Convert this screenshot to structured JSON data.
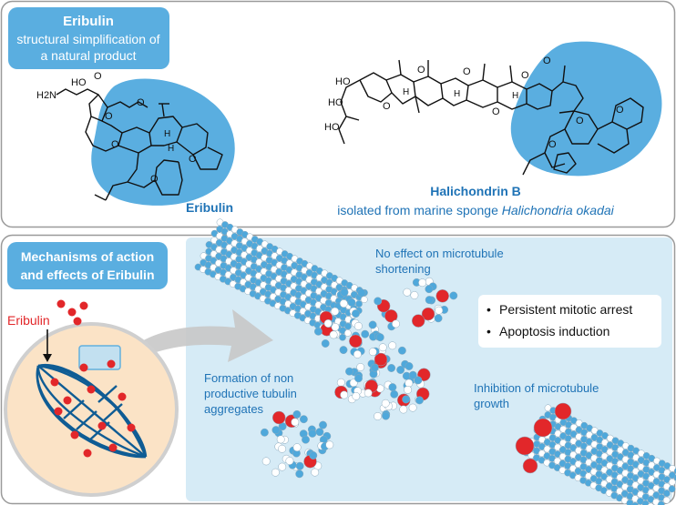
{
  "top_panel": {
    "badge_title": "Eribulin",
    "badge_subtitle_line1": "structural simplification of",
    "badge_subtitle_line2": "a natural product",
    "eribulin_label": "Eribulin",
    "halichondrin_title": "Halichondrin B",
    "halichondrin_caption_prefix": "isolated from marine sponge ",
    "halichondrin_caption_species": "Halichondria okadai",
    "atoms": {
      "h2n": "H2N",
      "ho": "HO",
      "o": "O",
      "h": "H"
    }
  },
  "bottom_panel": {
    "badge_line1": "Mechanisms of action",
    "badge_line2": "and effects of Eribulin",
    "drug_label": "Eribulin",
    "no_effect_line1": "No effect on microtubule",
    "no_effect_line2": "shortening",
    "formation_line1": "Formation of non",
    "formation_line2": "productive tubulin",
    "formation_line3": "aggregates",
    "inhibition_line1": "Inhibition of microtubule",
    "inhibition_line2": "growth",
    "bullets": [
      "Persistent mitotic arrest",
      "Apoptosis induction"
    ]
  },
  "colors": {
    "accent_blue": "#5aaee0",
    "dark_blue": "#0f5c94",
    "label_blue": "#1f73b6",
    "panel_border": "#9a9a9a",
    "light_blue_bg": "#d6ebf6",
    "cell_fill": "#fbe3c6",
    "red": "#e2272a",
    "tubulin_blue": "#4fa8db"
  }
}
